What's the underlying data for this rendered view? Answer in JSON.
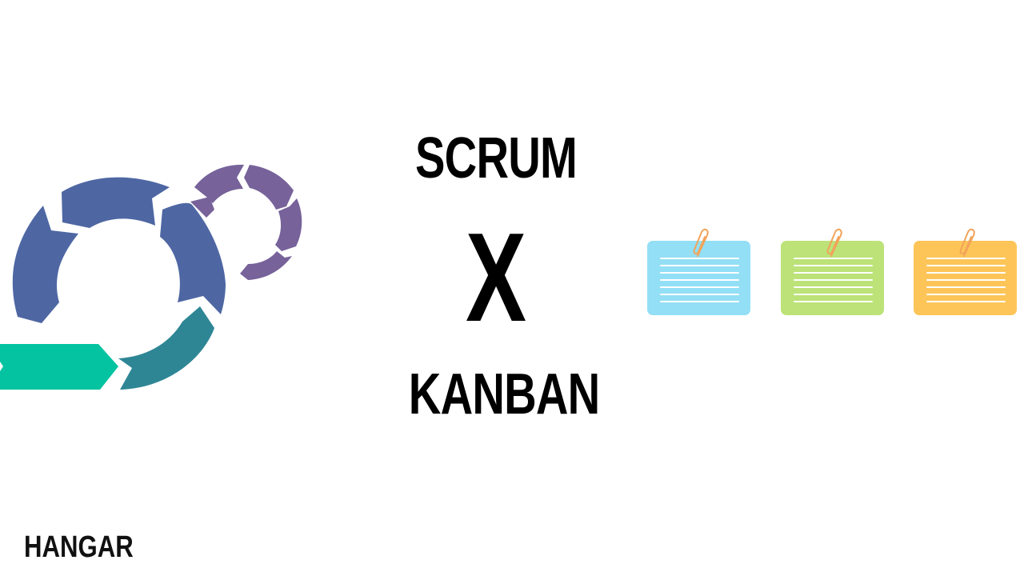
{
  "slide": {
    "title_top": "SCRUM",
    "title_separator": "X",
    "title_bottom": "KANBAN",
    "brand": "HANGAR"
  },
  "graphics": {
    "scrum_cycle_icon": {
      "colors": {
        "main_ring": "#4e67a3",
        "small_ring": "#77629a",
        "bottom_segment": "#2e8695",
        "arrow": "#04c3a0"
      }
    },
    "kanban_cards": [
      {
        "name": "kanban-card-blue",
        "color": "#93dff5"
      },
      {
        "name": "kanban-card-green",
        "color": "#bce278"
      },
      {
        "name": "kanban-card-orange",
        "color": "#fdc558"
      }
    ],
    "paperclip_color": "#f3a35a"
  }
}
